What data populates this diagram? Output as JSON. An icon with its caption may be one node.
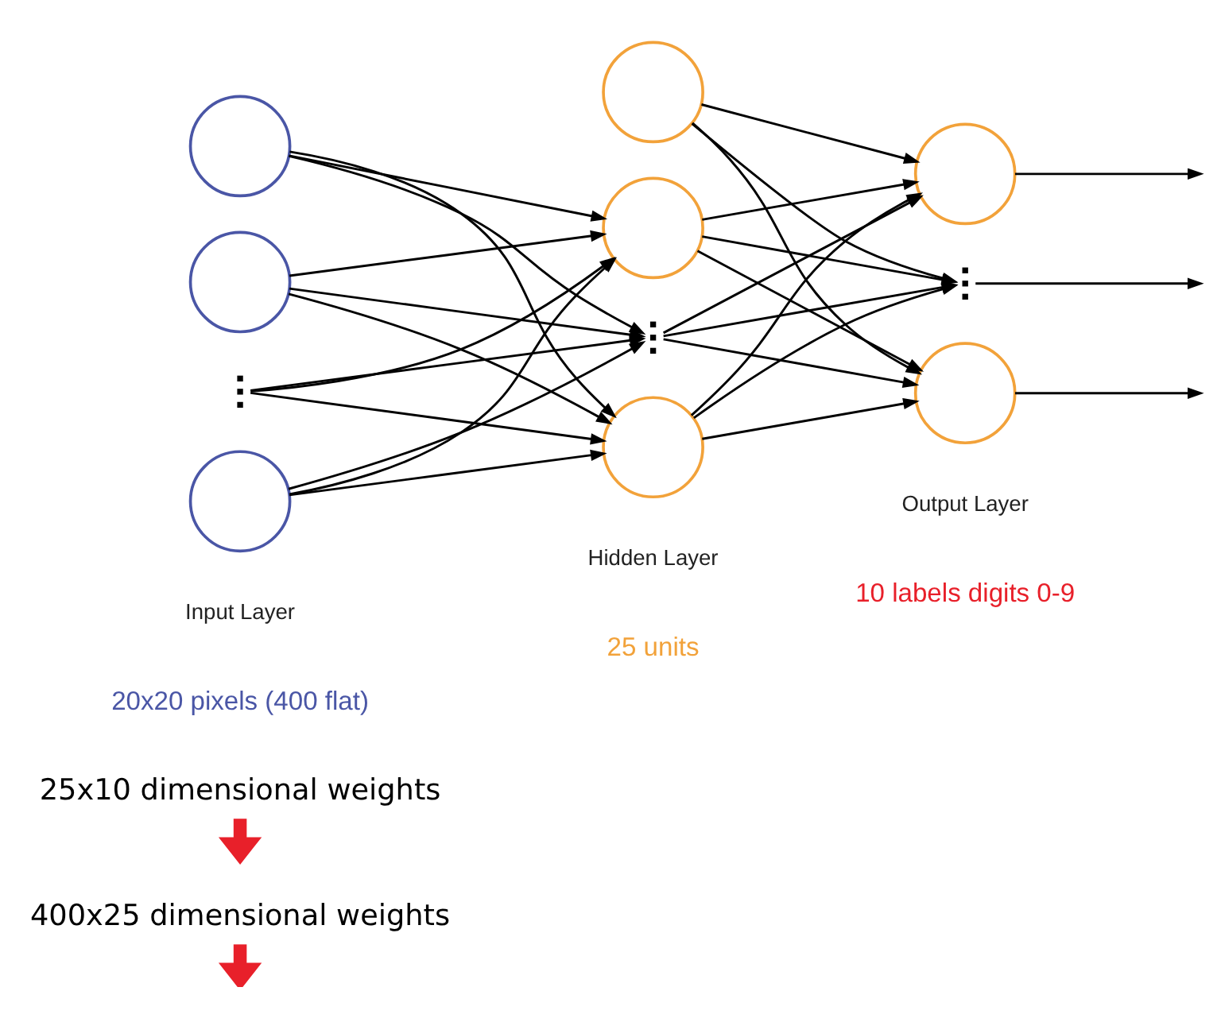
{
  "diagram": {
    "nodes": [
      {
        "text": [
          "400x25 dimensional weights"
        ]
      },
      {
        "text": [
          "25x10 dimensional weights"
        ]
      },
      {
        "text": [],
        "shape": "circle"
      },
      {
        "text": [],
        "shape": "circle"
      },
      {
        "text": [],
        "shape": "dots"
      },
      {
        "text": [],
        "shape": "circle"
      },
      {
        "text": [],
        "shape": "circle"
      },
      {
        "text": [],
        "shape": "circle"
      },
      {
        "text": [],
        "shape": "dots"
      },
      {
        "text": [],
        "shape": "circle"
      },
      {
        "text": [],
        "shape": "circle"
      },
      {
        "text": [],
        "shape": "dots"
      },
      {
        "text": [],
        "shape": "circle"
      }
    ],
    "edges": [
      {
        "from": 0,
        "to": null,
        "arrow": "to",
        "style": "thick",
        "color": "#e8202a"
      },
      {
        "from": 1,
        "to": null,
        "arrow": "to",
        "style": "thick",
        "color": "#e8202a"
      },
      {
        "from": 2,
        "to": 7,
        "arrow": "to"
      },
      {
        "from": 2,
        "to": 8,
        "arrow": "to"
      },
      {
        "from": 2,
        "to": 9,
        "arrow": "to"
      },
      {
        "from": 3,
        "to": 7,
        "arrow": "to"
      },
      {
        "from": 3,
        "to": 8,
        "arrow": "to"
      },
      {
        "from": 3,
        "to": 9,
        "arrow": "to"
      },
      {
        "from": 4,
        "to": 7,
        "arrow": "to"
      },
      {
        "from": 4,
        "to": 8,
        "arrow": "to"
      },
      {
        "from": 4,
        "to": 9,
        "arrow": "to"
      },
      {
        "from": 5,
        "to": 7,
        "arrow": "to"
      },
      {
        "from": 5,
        "to": 8,
        "arrow": "to"
      },
      {
        "from": 5,
        "to": 9,
        "arrow": "to"
      },
      {
        "from": 6,
        "to": 10,
        "arrow": "to"
      },
      {
        "from": 6,
        "to": 11,
        "arrow": "to"
      },
      {
        "from": 6,
        "to": 12,
        "arrow": "to"
      },
      {
        "from": 7,
        "to": 10,
        "arrow": "to"
      },
      {
        "from": 7,
        "to": 11,
        "arrow": "to"
      },
      {
        "from": 7,
        "to": 12,
        "arrow": "to"
      },
      {
        "from": 8,
        "to": 10,
        "arrow": "to"
      },
      {
        "from": 8,
        "to": 11,
        "arrow": "to"
      },
      {
        "from": 8,
        "to": 12,
        "arrow": "to"
      },
      {
        "from": 9,
        "to": 10,
        "arrow": "to"
      },
      {
        "from": 9,
        "to": 11,
        "arrow": "to"
      },
      {
        "from": 9,
        "to": 12,
        "arrow": "to"
      },
      {
        "from": 10,
        "to": null,
        "arrow": "to"
      },
      {
        "from": 11,
        "to": null,
        "arrow": "to"
      },
      {
        "from": 12,
        "to": null,
        "arrow": "to"
      }
    ],
    "labels": [
      "Input Layer",
      "Hidden Layer",
      "Output Layer",
      "20x20 pixels (400 flat)",
      "25 units",
      "10 labels digits 0-9"
    ]
  }
}
